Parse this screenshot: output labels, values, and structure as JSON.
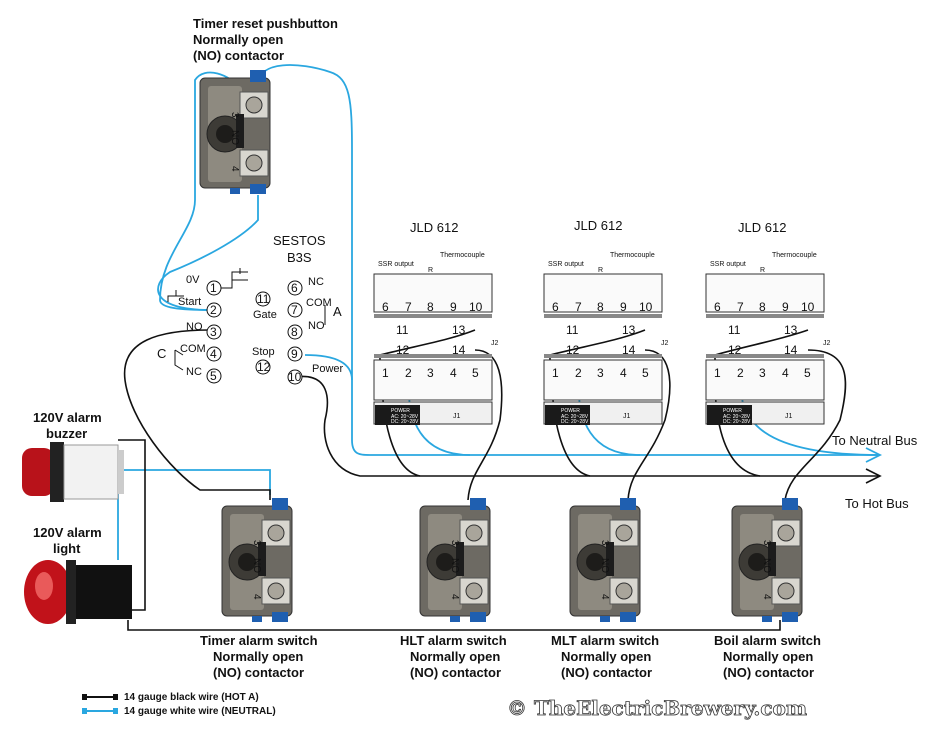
{
  "reset_button": {
    "title": "Timer reset pushbutton",
    "line2": "Normally open",
    "line3": "(NO) contactor",
    "contact_top": "3",
    "contact_mid": "NO",
    "contact_bot": "4"
  },
  "timer": {
    "name": "SESTOS",
    "model": "B3S",
    "pins_left": [
      {
        "num": "1",
        "label": "0V"
      },
      {
        "num": "2",
        "label": "Start"
      },
      {
        "num": "3",
        "label": "NO"
      },
      {
        "num": "4",
        "label": "COM"
      },
      {
        "num": "5",
        "label": "NC"
      }
    ],
    "pins_right": [
      {
        "num": "6",
        "label": "NC"
      },
      {
        "num": "7",
        "label": "COM"
      },
      {
        "num": "8",
        "label": "NO"
      },
      {
        "num": "9",
        "label": ""
      },
      {
        "num": "10",
        "label": "Power"
      }
    ],
    "pin11": "11",
    "pin11_label": "Gate",
    "pin12": "12",
    "pin12_label": "Stop",
    "group_c": "C",
    "group_a": "A"
  },
  "controllers": [
    {
      "title": "JLD 612"
    },
    {
      "title": "JLD 612"
    },
    {
      "title": "JLD 612"
    }
  ],
  "controller_labels": {
    "ssr": "SSR output",
    "thermo": "Thermocouple",
    "r": "R",
    "j1": "J1",
    "j2": "J2",
    "power": "POWER",
    "power_ac": "AC: 20~28V",
    "power_dc": "DC: 20~28V",
    "terms_top": [
      "6",
      "7",
      "8",
      "9",
      "10"
    ],
    "term11": "11",
    "term12": "12",
    "term13": "13",
    "term14": "14",
    "terms_bottom": [
      "1",
      "2",
      "3",
      "4",
      "5"
    ]
  },
  "buzzer": {
    "line1": "120V alarm",
    "line2": "buzzer"
  },
  "light": {
    "line1": "120V alarm",
    "line2": "light"
  },
  "switches": [
    {
      "line1": "Timer alarm switch",
      "line2": "Normally open",
      "line3": "(NO) contactor"
    },
    {
      "line1": "HLT alarm switch",
      "line2": "Normally open",
      "line3": "(NO) contactor"
    },
    {
      "line1": "MLT alarm switch",
      "line2": "Normally open",
      "line3": "(NO) contactor"
    },
    {
      "line1": "Boil alarm switch",
      "line2": "Normally open",
      "line3": "(NO) contactor"
    }
  ],
  "switch_contacts": {
    "top": "3",
    "mid": "NO",
    "bot": "4"
  },
  "buses": {
    "neutral": "To Neutral Bus",
    "hot": "To Hot Bus"
  },
  "legend": {
    "black": "14 gauge black wire (HOT A)",
    "white": "14 gauge white wire (NEUTRAL)",
    "black_color": "#111111",
    "white_color": "#2aa7e0"
  },
  "watermark": "© TheElectricBrewery.com"
}
